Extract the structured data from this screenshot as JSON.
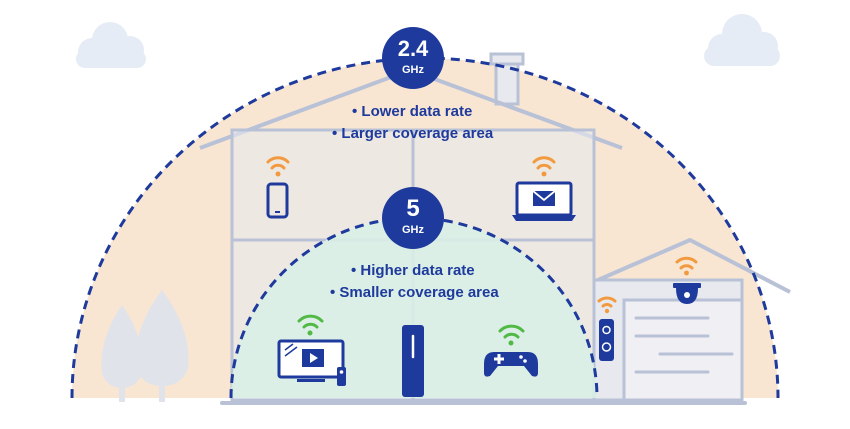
{
  "diagram": {
    "band_24": {
      "value": "2.4",
      "unit": "GHz",
      "points": [
        "• Lower data rate",
        "• Larger coverage area"
      ]
    },
    "band_5": {
      "value": "5",
      "unit": "GHz",
      "points": [
        "• Higher data rate",
        "• Smaller coverage area"
      ]
    },
    "colors": {
      "navy": "#1d3a9c",
      "house_fill": "#e8e9ee",
      "house_line": "#b8c1d6",
      "coverage_24": "#f8e6d3",
      "coverage_5": "#d9efe6",
      "wifi_24": "#f29a3f",
      "wifi_5": "#52b946",
      "cloud": "#e6ecf5",
      "tree": "#e0e3ea"
    },
    "icons": [
      "smartphone-icon",
      "laptop-mail-icon",
      "tv-icon",
      "router-icon",
      "gamepad-icon",
      "doorbell-icon",
      "security-camera-icon",
      "wifi-icon",
      "cloud-icon",
      "tree-icon"
    ]
  }
}
